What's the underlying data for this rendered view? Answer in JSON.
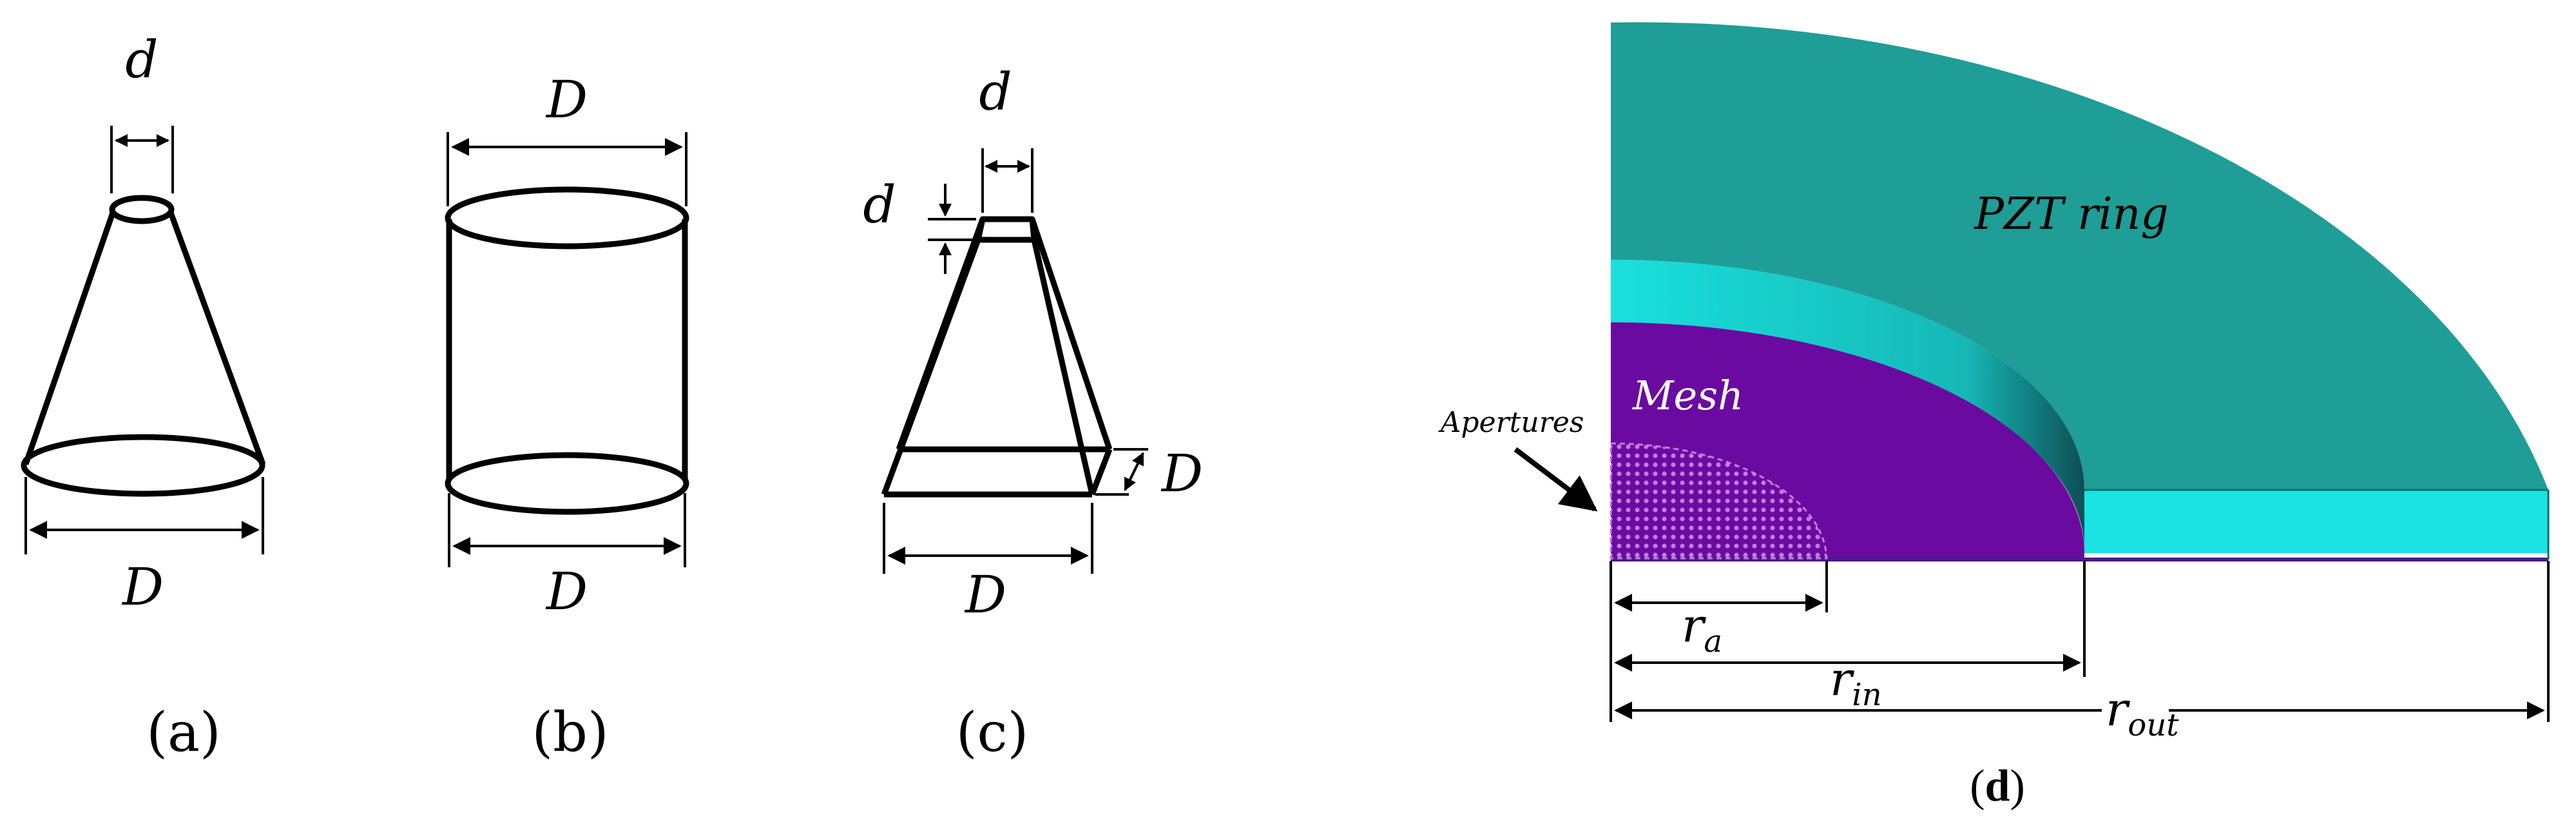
{
  "panel_a": {
    "top_label": "d",
    "bottom_label": "D",
    "caption": "(a)"
  },
  "panel_b": {
    "top_label": "D",
    "bottom_label": "D",
    "caption": "(b)"
  },
  "panel_c": {
    "top_label": "d",
    "side_top_label": "d",
    "side_bottom_label": "D",
    "bottom_label": "D",
    "caption": "(c)"
  },
  "panel_d": {
    "pzt_label": "PZT ring",
    "mesh_label": "Mesh",
    "apertures_label": "Apertures",
    "r_a_base": "r",
    "r_a_sub": "a",
    "r_in_base": "r",
    "r_in_sub": "in",
    "r_out_base": "r",
    "r_out_sub": "out",
    "caption_open": "(",
    "caption_letter": "d",
    "caption_close": ")"
  },
  "colors": {
    "pzt_top": "#1e9e97",
    "pzt_inner_face": "#19e0dd",
    "pzt_outer_face": "#1be3e3",
    "mesh": "#6a0aa0",
    "mesh_dots": "#c47be0",
    "ink": "#000000"
  }
}
